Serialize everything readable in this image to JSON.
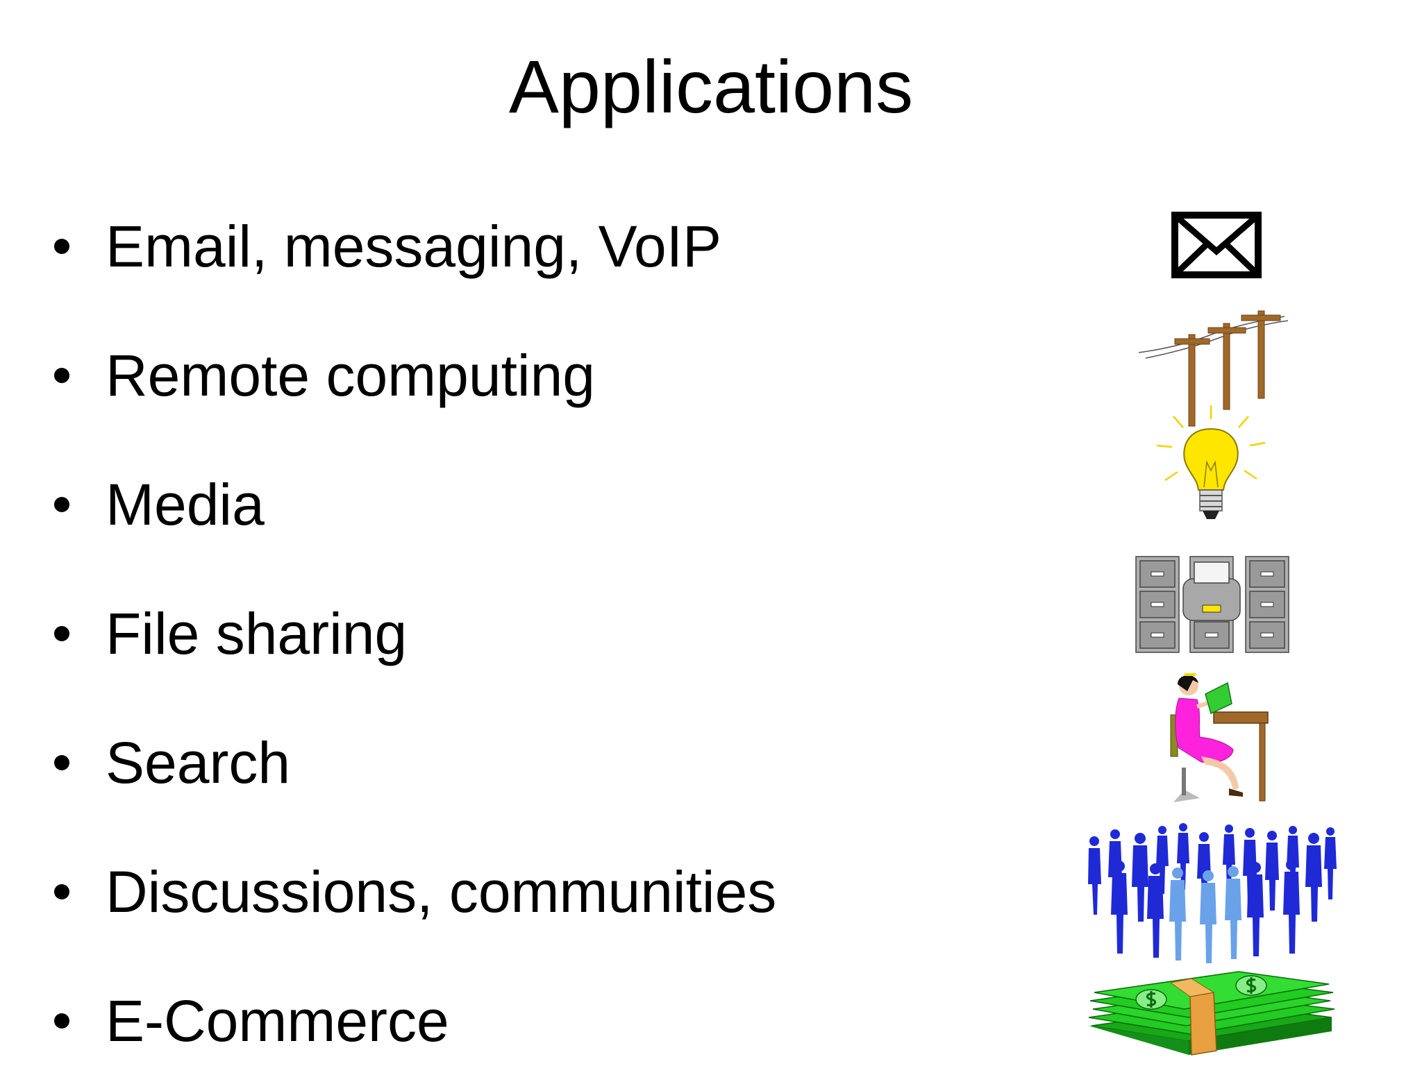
{
  "slide": {
    "title": "Applications",
    "bullets": [
      {
        "label": "Email, messaging, VoIP",
        "icon": "envelope-icon"
      },
      {
        "label": "Remote computing",
        "icon": "utility-poles-icon"
      },
      {
        "label": "Media",
        "icon": "lightbulb-icon"
      },
      {
        "label": "File sharing",
        "icon": "file-cabinets-icon"
      },
      {
        "label": "Search",
        "icon": "reading-woman-icon"
      },
      {
        "label": "Discussions, communities",
        "icon": "crowd-icon"
      },
      {
        "label": "E-Commerce",
        "icon": "money-stack-icon"
      }
    ]
  },
  "colors": {
    "text": "#000000",
    "background": "#ffffff",
    "pole": "#a0692a",
    "bulb": "#ffe600",
    "cabinet": "#9a9a9a",
    "dress": "#ff22dd",
    "book": "#33cc33",
    "crowd_dark": "#1f2ad6",
    "crowd_light": "#6aa2ea",
    "money": "#22cc22",
    "band": "#e8a040"
  }
}
